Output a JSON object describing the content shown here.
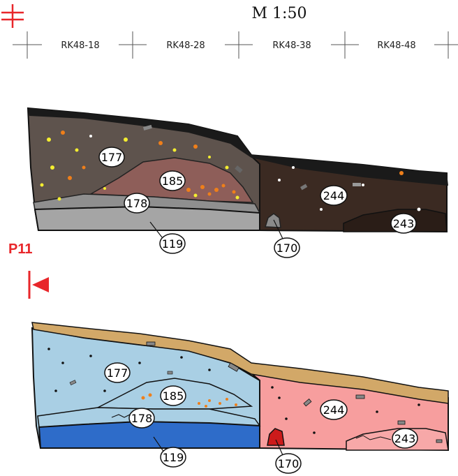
{
  "scale_label": "M 1:50",
  "grid_labels": [
    "RK48-18",
    "RK48-28",
    "RK48-38",
    "RK48-48"
  ],
  "profile_label": "P11",
  "colors": {
    "accent_red": "#e8262a",
    "dark_soil": "#5e534d",
    "dark_brown": "#3b2a22",
    "gray_layer": "#8f8f8f",
    "rose_layer": "#8e5e59",
    "topsoil_black": "#1a1a1a",
    "light_blue": "#a9cfe4",
    "deep_blue": "#2e6cc9",
    "pink_layer": "#f79e9e",
    "sand_top": "#d2a868",
    "pit_red": "#cc1b1b",
    "orange_inclusion": "#ef7f1a",
    "yellow_inclusion": "#f4ee30"
  },
  "photo_section": {
    "layers": [
      "177",
      "185",
      "178",
      "119",
      "170",
      "244",
      "243"
    ]
  },
  "drawing_section": {
    "layers": [
      "177",
      "185",
      "178",
      "119",
      "170",
      "244",
      "243"
    ]
  }
}
